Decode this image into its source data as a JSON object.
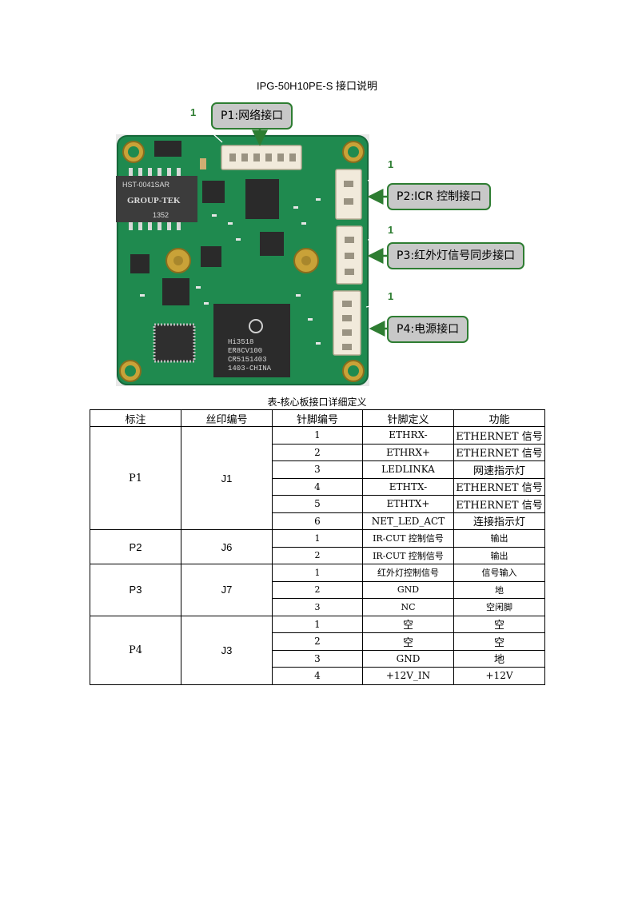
{
  "doc": {
    "title": "IPG-50H10PE-S 接口说明",
    "table_caption": "表-核心板接口详细定义"
  },
  "callouts": [
    {
      "pin": "1",
      "label": "P1:网络接口"
    },
    {
      "pin": "1",
      "label": "P2:ICR 控制接口"
    },
    {
      "pin": "1",
      "label": "P3:红外灯信号同步接口"
    },
    {
      "pin": "1",
      "label": "P4:电源接口"
    }
  ],
  "board": {
    "chip_label_1": "Hi3518",
    "chip_label_2": "ER8CV100",
    "chip_label_3": "CR5151403",
    "chip_label_4": "1403-CHINA",
    "transformer_1": "HST-0041SAR",
    "transformer_2": "GROUP-TEK",
    "transformer_3": "1352"
  },
  "table": {
    "headers": [
      "标注",
      "丝印编号",
      "针脚编号",
      "针脚定义",
      "功能"
    ],
    "groups": [
      {
        "mark": "P1",
        "silk": "J1",
        "rows": [
          {
            "pin": "1",
            "def": "ETHRX-",
            "func": "ETHERNET 信号"
          },
          {
            "pin": "2",
            "def": "ETHRX+",
            "func": "ETHERNET 信号"
          },
          {
            "pin": "3",
            "def": "LEDLINKA",
            "func": "网速指示灯"
          },
          {
            "pin": "4",
            "def": "ETHTX-",
            "func": "ETHERNET 信号"
          },
          {
            "pin": "5",
            "def": "ETHTX+",
            "func": "ETHERNET 信号"
          },
          {
            "pin": "6",
            "def": "NET_LED_ACT",
            "func": "连接指示灯"
          }
        ]
      },
      {
        "mark": "P2",
        "silk": "J6",
        "rows": [
          {
            "pin": "1",
            "def": "IR-CUT 控制信号",
            "func": "输出"
          },
          {
            "pin": "2",
            "def": "IR-CUT 控制信号",
            "func": "输出"
          }
        ]
      },
      {
        "mark": "P3",
        "silk": "J7",
        "rows": [
          {
            "pin": "1",
            "def": "红外灯控制信号",
            "func": "信号输入"
          },
          {
            "pin": "2",
            "def": "GND",
            "func": "地"
          },
          {
            "pin": "3",
            "def": "NC",
            "func": "空闲脚"
          }
        ]
      },
      {
        "mark": "P4",
        "silk": "J3",
        "rows": [
          {
            "pin": "1",
            "def": "空",
            "func": "空"
          },
          {
            "pin": "2",
            "def": "空",
            "func": "空"
          },
          {
            "pin": "3",
            "def": "GND",
            "func": "地"
          },
          {
            "pin": "4",
            "def": "+12V_IN",
            "func": "+12V"
          }
        ]
      }
    ]
  }
}
